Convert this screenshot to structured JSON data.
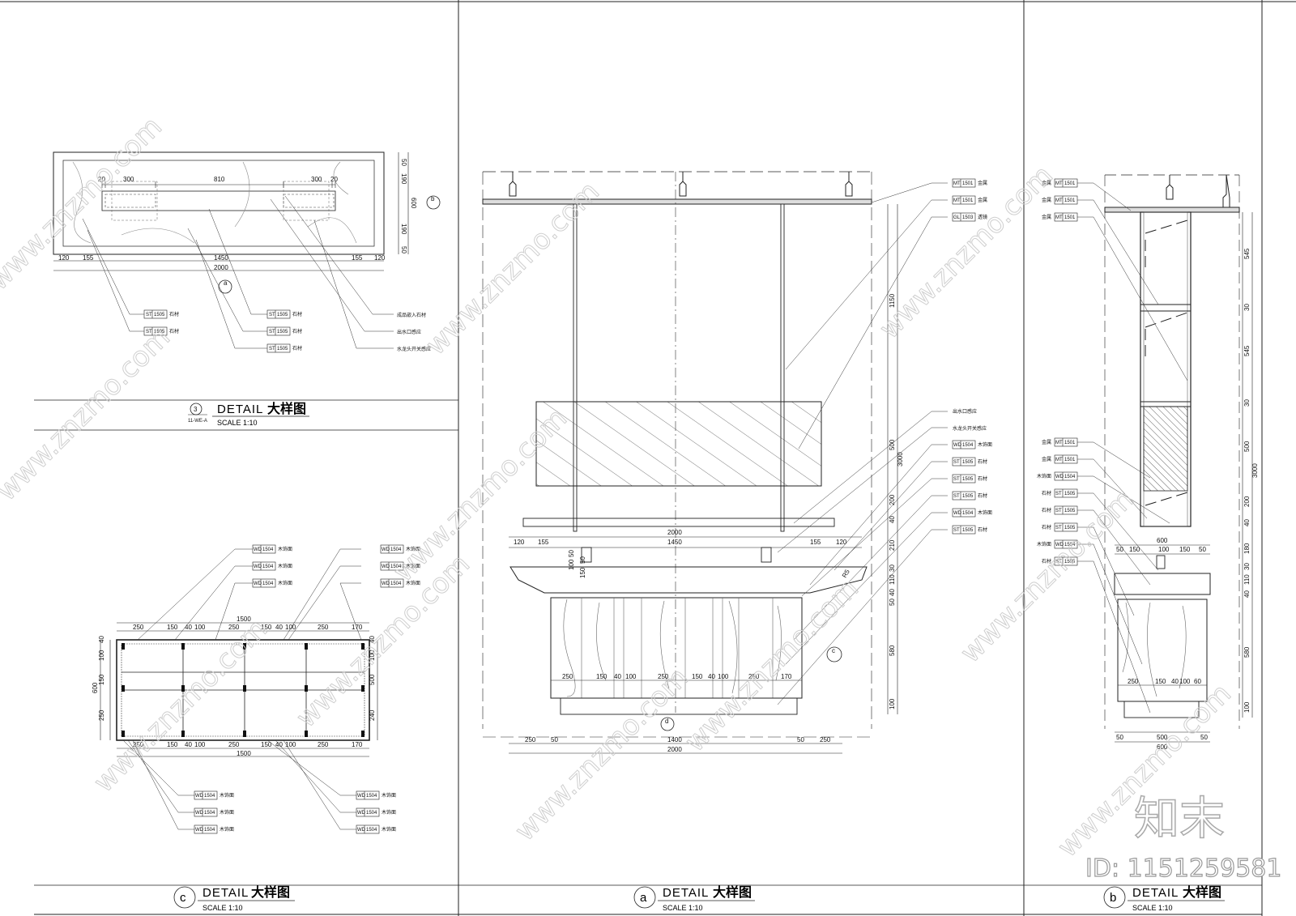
{
  "brand": {
    "logo_text": "知末",
    "id_label": "ID: 1151259581",
    "watermark": "www.znzmo.com"
  },
  "detail_3": {
    "bubble_num": "3",
    "bubble_ref": "11-WE-A",
    "title": "DETAIL",
    "title_cn": "大样图",
    "scale": "SCALE   1:10",
    "dims_top": [
      "20",
      "300",
      "810",
      "300",
      "20"
    ],
    "dims_bottom": [
      "120",
      "155",
      "1450",
      "155",
      "120"
    ],
    "dim_total": "2000",
    "dims_right": [
      "50",
      "190",
      "600",
      "190",
      "50"
    ],
    "section_b": "b",
    "section_a": "a",
    "tags_left": [
      {
        "code": "ST",
        "num": "1505",
        "mat": "石材"
      },
      {
        "code": "ST",
        "num": "1505",
        "mat": "石材"
      }
    ],
    "tags_mid": [
      {
        "code": "ST",
        "num": "1505",
        "mat": "石材"
      },
      {
        "code": "ST",
        "num": "1505",
        "mat": "石材"
      },
      {
        "code": "ST",
        "num": "1505",
        "mat": "石材"
      }
    ],
    "notes_right": [
      "成品嵌入石材",
      "出水口感应",
      "水龙头开关感应"
    ]
  },
  "detail_c": {
    "bubble": "c",
    "title": "DETAIL",
    "title_cn": "大样图",
    "scale": "SCALE   1:10",
    "dim_top_total": "1500",
    "dims_top": [
      "250",
      "150",
      "40",
      "100",
      "250",
      "150",
      "40",
      "100",
      "250",
      "170"
    ],
    "dims_bottom": [
      "250",
      "150",
      "40",
      "100",
      "250",
      "150",
      "40",
      "100",
      "250",
      "170"
    ],
    "dim_bottom_total": "1500",
    "dims_left": [
      "40",
      "100",
      "150",
      "250"
    ],
    "dim_left_total": "600",
    "dims_right": [
      "40",
      "100",
      "500",
      "240"
    ],
    "tags_top_left": [
      {
        "code": "WD",
        "num": "1504",
        "mat": "木饰面"
      },
      {
        "code": "WD",
        "num": "1504",
        "mat": "木饰面"
      },
      {
        "code": "WD",
        "num": "1504",
        "mat": "木饰面"
      }
    ],
    "tags_top_right": [
      {
        "code": "WD",
        "num": "1504",
        "mat": "木饰面"
      },
      {
        "code": "WD",
        "num": "1504",
        "mat": "木饰面"
      },
      {
        "code": "WD",
        "num": "1504",
        "mat": "木饰面"
      }
    ],
    "tags_bottom_left": [
      {
        "code": "WD",
        "num": "1504",
        "mat": "木饰面"
      },
      {
        "code": "WD",
        "num": "1504",
        "mat": "木饰面"
      },
      {
        "code": "WD",
        "num": "1504",
        "mat": "木饰面"
      }
    ],
    "tags_bottom_right": [
      {
        "code": "WD",
        "num": "1504",
        "mat": "木饰面"
      },
      {
        "code": "WD",
        "num": "1504",
        "mat": "木饰面"
      },
      {
        "code": "WD",
        "num": "1504",
        "mat": "木饰面"
      }
    ]
  },
  "detail_a": {
    "bubble": "a",
    "title": "DETAIL",
    "title_cn": "大样图",
    "scale": "SCALE   1:10",
    "tags_top": [
      {
        "code": "MT",
        "num": "1501",
        "mat": "金属"
      },
      {
        "code": "MT",
        "num": "1501",
        "mat": "金属"
      },
      {
        "code": "GL",
        "num": "1503",
        "mat": "透镜"
      }
    ],
    "tags_mid": [
      {
        "code": "",
        "num": "",
        "mat": "出水口感应"
      },
      {
        "code": "",
        "num": "",
        "mat": "水龙头开关感应"
      },
      {
        "code": "WD",
        "num": "1504",
        "mat": "木饰面"
      },
      {
        "code": "ST",
        "num": "1505",
        "mat": "石材"
      },
      {
        "code": "ST",
        "num": "1505",
        "mat": "石材"
      },
      {
        "code": "ST",
        "num": "1505",
        "mat": "石材"
      },
      {
        "code": "WD",
        "num": "1504",
        "mat": "木饰面"
      },
      {
        "code": "ST",
        "num": "1505",
        "mat": "石材"
      }
    ],
    "dims_counter_top": [
      "120",
      "155",
      "1450",
      "155",
      "120"
    ],
    "dim_counter_total": "2000",
    "dims_cabinet": [
      "250",
      "150",
      "40",
      "100",
      "250",
      "150",
      "40",
      "100",
      "250",
      "170"
    ],
    "dims_bottom": [
      "250",
      "50",
      "1400",
      "50",
      "250"
    ],
    "dim_bottom_total": "2000",
    "dims_right": [
      "1150",
      "500",
      "200",
      "40",
      "210",
      "30",
      "110",
      "40",
      "50",
      "580",
      "100"
    ],
    "dim_right_total": "3000",
    "dims_side": [
      "100",
      "50",
      "150",
      "50"
    ],
    "dim_radius": "R5",
    "section_c": "c",
    "section_d": "d"
  },
  "detail_b": {
    "bubble": "b",
    "title": "DETAIL",
    "title_cn": "大样图",
    "scale": "SCALE   1:10",
    "tags_top": [
      {
        "code": "MT",
        "num": "1501",
        "mat": "金属"
      },
      {
        "code": "MT",
        "num": "1501",
        "mat": "金属"
      },
      {
        "code": "MT",
        "num": "1501",
        "mat": "金属"
      }
    ],
    "tags_mid": [
      {
        "code": "MT",
        "num": "1501",
        "mat": "金属"
      },
      {
        "code": "MT",
        "num": "1501",
        "mat": "金属"
      },
      {
        "code": "WD",
        "num": "1504",
        "mat": "木饰面"
      },
      {
        "code": "ST",
        "num": "1505",
        "mat": "石材"
      },
      {
        "code": "ST",
        "num": "1505",
        "mat": "石材"
      },
      {
        "code": "ST",
        "num": "1505",
        "mat": "石材"
      },
      {
        "code": "WD",
        "num": "1504",
        "mat": "木饰面"
      },
      {
        "code": "ST",
        "num": "1505",
        "mat": "石材"
      }
    ],
    "dims_right": [
      "545",
      "30",
      "545",
      "30",
      "500",
      "200",
      "40",
      "180",
      "30",
      "110",
      "40",
      "580",
      "100"
    ],
    "dim_right_total": "3000",
    "dims_top": [
      "50",
      "150",
      "100",
      "150",
      "50"
    ],
    "dim_top_total": "600",
    "dims_cabinet": [
      "250",
      "150",
      "40",
      "100",
      "60"
    ],
    "dims_bottom": [
      "50",
      "500",
      "50"
    ],
    "dim_bottom_total": "600"
  }
}
